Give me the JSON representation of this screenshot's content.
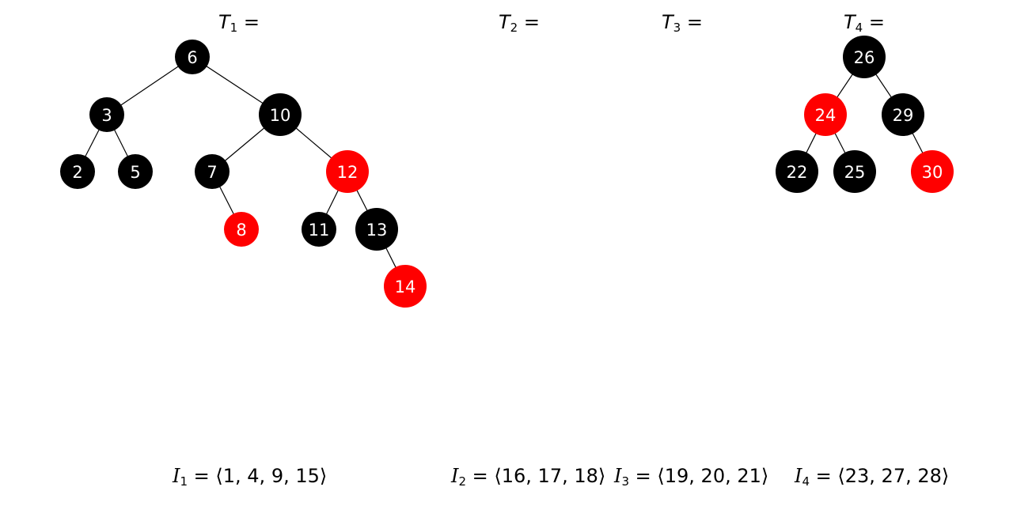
{
  "colors": {
    "black": "#000000",
    "red": "#ff0000",
    "label": "#ffffff"
  },
  "titles": [
    {
      "letter": "T",
      "sub": "1",
      "rest": " ="
    },
    {
      "letter": "T",
      "sub": "2",
      "rest": " ="
    },
    {
      "letter": "T",
      "sub": "3",
      "rest": " ="
    },
    {
      "letter": "T",
      "sub": "4",
      "rest": " ="
    }
  ],
  "intervals": [
    {
      "letter": "I",
      "sub": "1",
      "rest": " = ⟨1, 4, 9, 15⟩"
    },
    {
      "letter": "I",
      "sub": "2",
      "rest": " = ⟨16, 17, 18⟩"
    },
    {
      "letter": "I",
      "sub": "3",
      "rest": " = ⟨19, 20, 21⟩"
    },
    {
      "letter": "I",
      "sub": "4",
      "rest": " = ⟨23, 27, 28⟩"
    }
  ],
  "trees": [
    {
      "name": "T1",
      "nodes": [
        {
          "key": "6",
          "color": "black"
        },
        {
          "key": "3",
          "color": "black"
        },
        {
          "key": "10",
          "color": "black"
        },
        {
          "key": "2",
          "color": "black"
        },
        {
          "key": "5",
          "color": "black"
        },
        {
          "key": "7",
          "color": "black"
        },
        {
          "key": "12",
          "color": "red"
        },
        {
          "key": "8",
          "color": "red"
        },
        {
          "key": "11",
          "color": "black"
        },
        {
          "key": "13",
          "color": "black"
        },
        {
          "key": "14",
          "color": "red"
        }
      ],
      "edges": [
        [
          "6",
          "3"
        ],
        [
          "6",
          "10"
        ],
        [
          "3",
          "2"
        ],
        [
          "3",
          "5"
        ],
        [
          "10",
          "7"
        ],
        [
          "10",
          "12"
        ],
        [
          "7",
          "8"
        ],
        [
          "12",
          "11"
        ],
        [
          "12",
          "13"
        ],
        [
          "13",
          "14"
        ]
      ]
    },
    {
      "name": "T4",
      "nodes": [
        {
          "key": "26",
          "color": "black"
        },
        {
          "key": "24",
          "color": "red"
        },
        {
          "key": "29",
          "color": "black"
        },
        {
          "key": "22",
          "color": "black"
        },
        {
          "key": "25",
          "color": "black"
        },
        {
          "key": "30",
          "color": "red"
        }
      ],
      "edges": [
        [
          "26",
          "24"
        ],
        [
          "26",
          "29"
        ],
        [
          "24",
          "22"
        ],
        [
          "24",
          "25"
        ],
        [
          "29",
          "30"
        ]
      ]
    }
  ]
}
